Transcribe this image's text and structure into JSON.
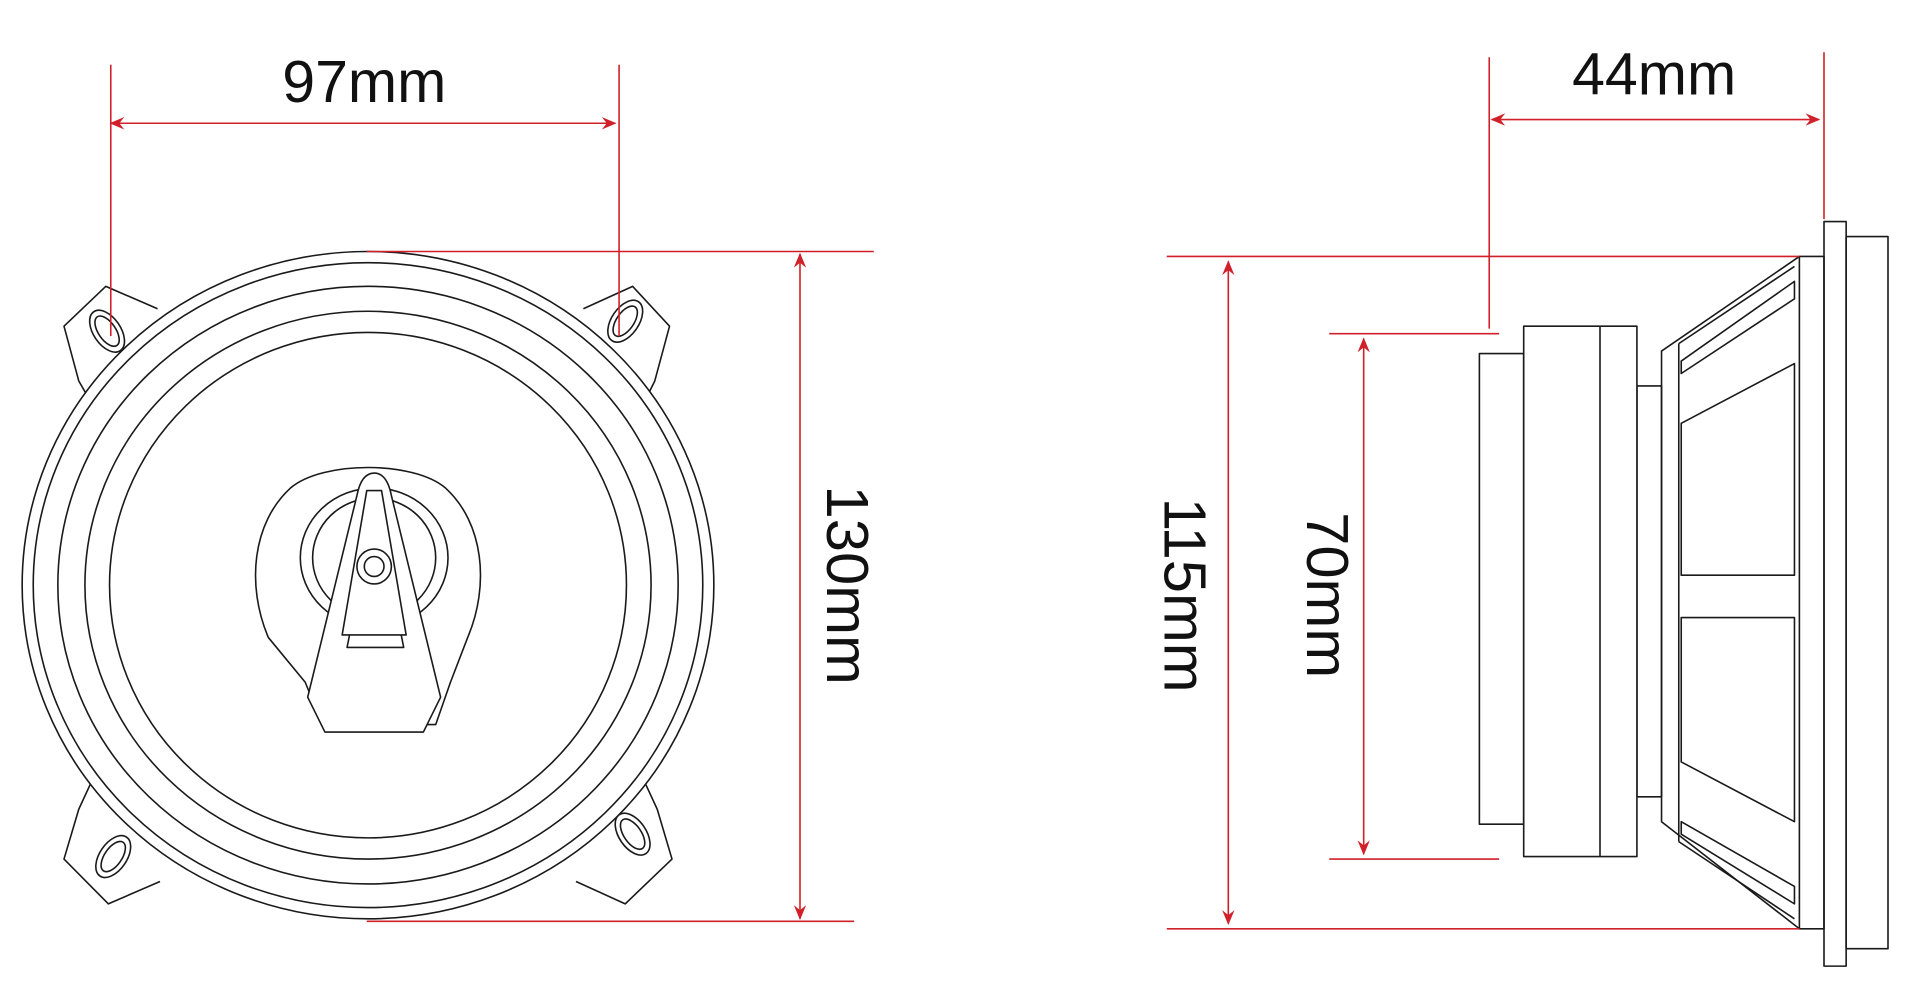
{
  "colors": {
    "dimension": "#d0202a",
    "outline": "#1a1a1a",
    "background": "#ffffff"
  },
  "front_view": {
    "mount_width": "97mm",
    "outer_diameter": "130mm"
  },
  "side_view": {
    "depth": "44mm",
    "cutout_diameter": "115mm",
    "magnet_diameter": "70mm"
  }
}
